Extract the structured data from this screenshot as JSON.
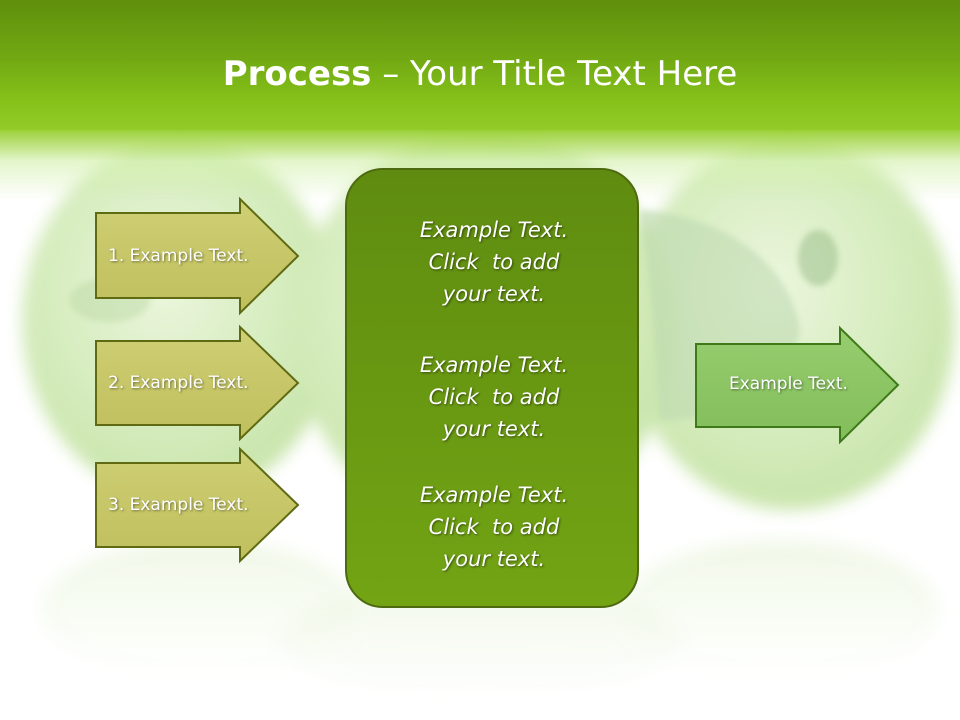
{
  "title": {
    "bold": "Process",
    "rest": " – Your Title Text Here"
  },
  "left_steps": [
    {
      "label": "1. Example Text."
    },
    {
      "label": "2. Example Text."
    },
    {
      "label": "3. Example Text."
    }
  ],
  "center_blocks": [
    {
      "line1": "Example Text.",
      "line2": "Click  to add",
      "line3": "your text."
    },
    {
      "line1": "Example Text.",
      "line2": "Click  to add",
      "line3": "your text."
    },
    {
      "line1": "Example Text.",
      "line2": "Click  to add",
      "line3": "your text."
    }
  ],
  "output": {
    "label": "Example Text."
  },
  "colors": {
    "header": "#72a913",
    "left_arrow_fill": "#c8c86a",
    "center_fill": "#6a9912",
    "output_fill": "#8cc565"
  }
}
